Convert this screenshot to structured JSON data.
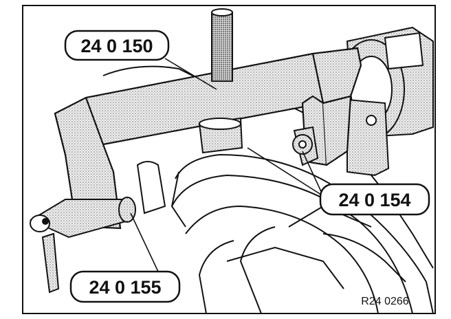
{
  "figure": {
    "reference": "R24 0266",
    "callouts": [
      {
        "id": "tool-1",
        "label": "24 0 150"
      },
      {
        "id": "tool-2",
        "label": "24 0 154"
      },
      {
        "id": "tool-3",
        "label": "24 0 155"
      }
    ]
  },
  "colors": {
    "ink": "#111111",
    "stipple": "#c8c8c8",
    "paper": "#ffffff"
  }
}
